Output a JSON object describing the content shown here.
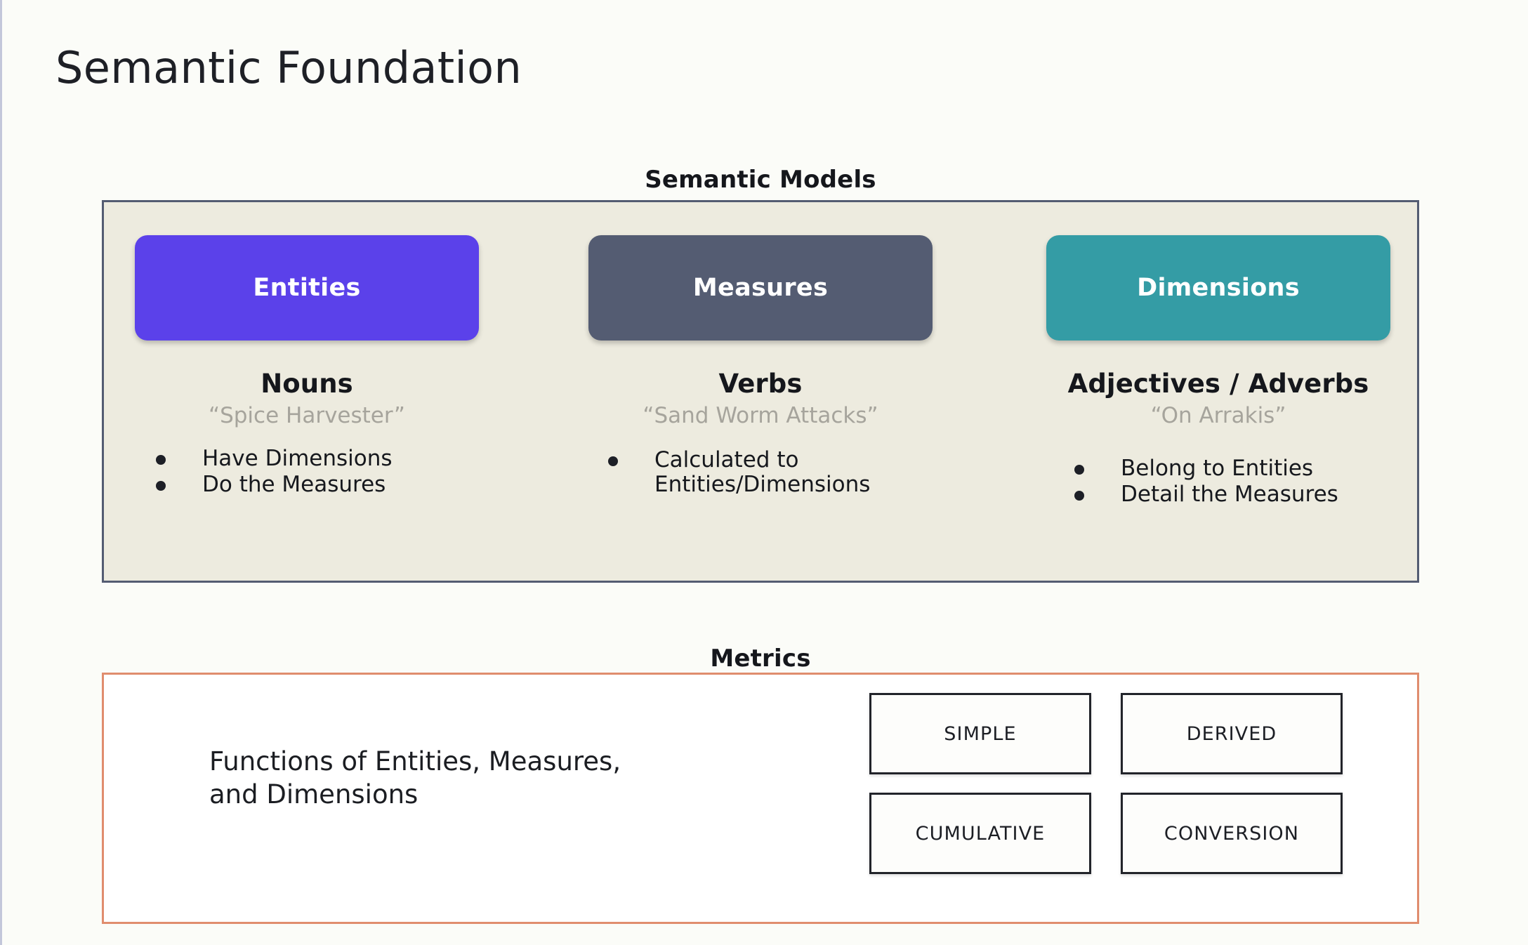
{
  "slide": {
    "title": "Semantic Foundation",
    "background_color": "#fbfcf8"
  },
  "semantic_models": {
    "heading": "Semantic Models",
    "panel_background": "#edebdf",
    "panel_border_color": "#545c72",
    "columns": [
      {
        "card_label": "Entities",
        "card_color": "#5b41ea",
        "part_of_speech": "Nouns",
        "example": "“Spice Harvester”",
        "bullets": [
          "Have Dimensions",
          "Do the Measures"
        ]
      },
      {
        "card_label": "Measures",
        "card_color": "#545c72",
        "part_of_speech": "Verbs",
        "example": "“Sand Worm Attacks”",
        "bullets": [
          "Calculated to Entities/Dimensions"
        ]
      },
      {
        "card_label": "Dimensions",
        "card_color": "#349ca5",
        "part_of_speech": "Adjectives / Adverbs",
        "example": "“On Arrakis”",
        "bullets": [
          "Belong to Entities",
          "Detail the Measures"
        ]
      }
    ]
  },
  "metrics": {
    "heading": "Metrics",
    "panel_border_color": "#e08d6e",
    "description_line_1": "Functions of Entities, Measures,",
    "description_line_2": "and Dimensions",
    "types": [
      "SIMPLE",
      "DERIVED",
      "CUMULATIVE",
      "CONVERSION"
    ]
  }
}
